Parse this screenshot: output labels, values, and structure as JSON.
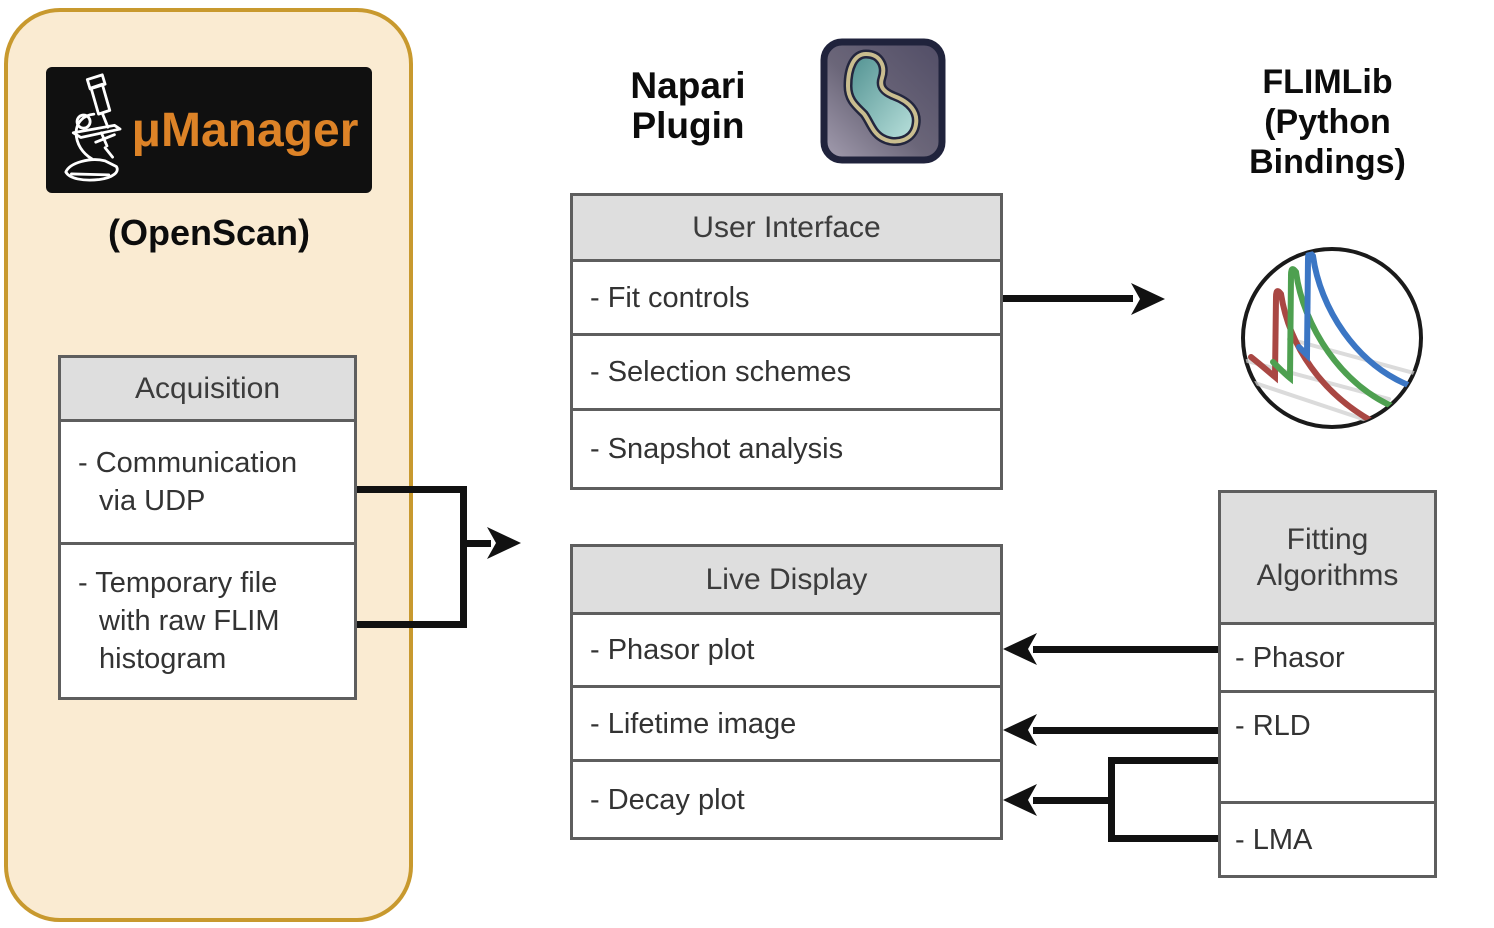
{
  "umanager": {
    "logo_text": "μManager",
    "subtitle": "(OpenScan)",
    "acquisition": {
      "header": "Acquisition",
      "items": [
        "- Communication via UDP",
        "- Temporary file with raw FLIM histogram"
      ]
    }
  },
  "napari": {
    "title_lines": [
      "Napari",
      "Plugin"
    ],
    "user_interface": {
      "header": "User Interface",
      "items": [
        "- Fit controls",
        "- Selection schemes",
        "- Snapshot analysis"
      ]
    },
    "live_display": {
      "header": "Live Display",
      "items": [
        "- Phasor plot",
        "- Lifetime image",
        "- Decay plot"
      ]
    }
  },
  "flimlib": {
    "title_lines": [
      "FLIMLib",
      "(Python",
      "Bindings)"
    ],
    "fitting_algorithms": {
      "header": "Fitting Algorithms",
      "items": [
        "- Phasor",
        "- RLD",
        "- LMA"
      ]
    }
  },
  "icons": {
    "microscope": "microscope-icon",
    "napari_blob": "napari-blob-icon",
    "decay_curves": "decay-curves-illustration"
  },
  "colors": {
    "umanager_panel_fill": "#FAEBD2",
    "umanager_panel_border": "#C8992E",
    "umanager_accent_orange": "#DD8327",
    "napari_panel_fill": "#ACA3C4",
    "flimlib_panel_fill": "#DCE7D2",
    "flimlib_panel_border": "#7FB65B",
    "box_header_fill": "#DEDEDE",
    "box_border": "#5E5E5E",
    "connector": "#111111",
    "curve_red": "#A94743",
    "curve_green": "#4EA050",
    "curve_blue": "#3B76C4"
  }
}
